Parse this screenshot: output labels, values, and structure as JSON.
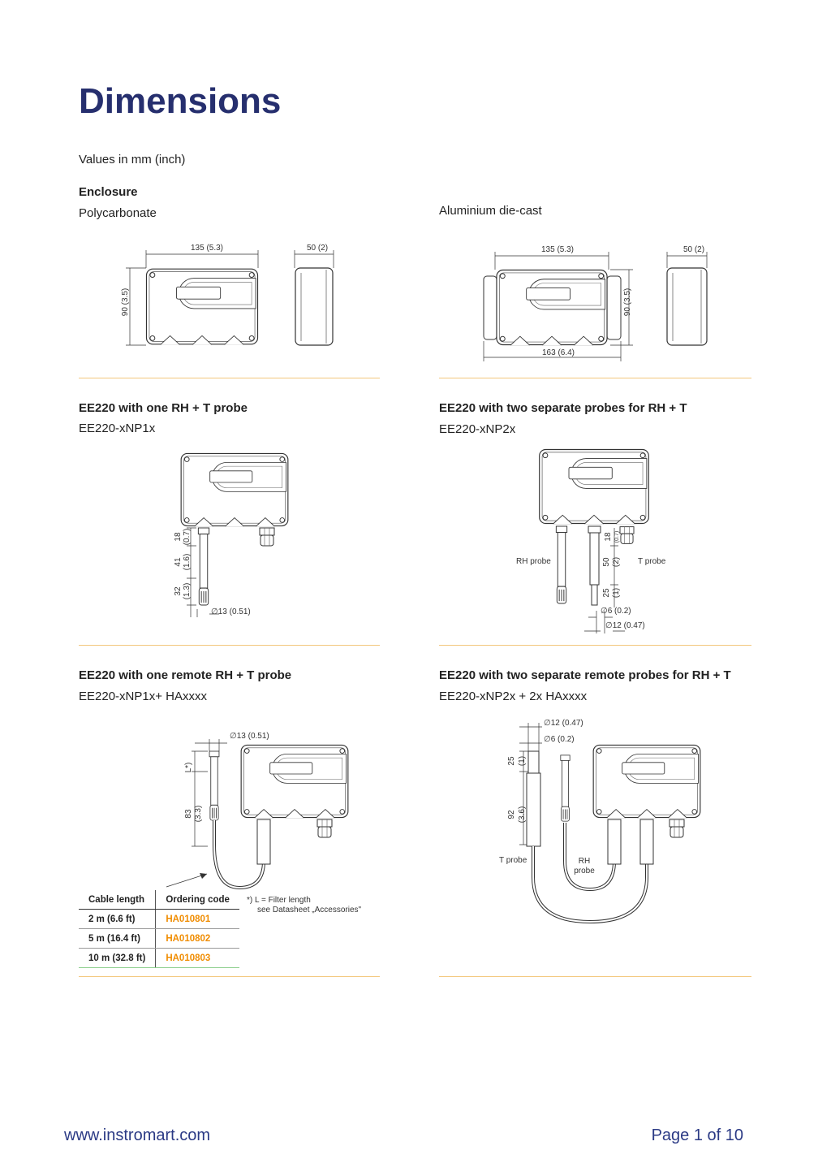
{
  "title": "Dimensions",
  "units_note": "Values in mm (inch)",
  "enclosure": {
    "heading": "Enclosure",
    "polycarbonate": {
      "label": "Polycarbonate",
      "dim_width": "135 (5.3)",
      "dim_height": "90 (3.5)",
      "dim_depth": "50 (2)"
    },
    "aluminium": {
      "label": "Aluminium die-cast",
      "dim_width": "135 (5.3)",
      "dim_total_width": "163 (6.4)",
      "dim_height": "90 (3.5)",
      "dim_depth": "50 (2)"
    }
  },
  "np1": {
    "heading": "EE220 with one RH + T probe",
    "model": "EE220-xNP1x",
    "d1": "18",
    "d1_in": "(0.7)",
    "d2": "41",
    "d2_in": "(1.6)",
    "d3": "32",
    "d3_in": "(1.3)",
    "diam": "∅13 (0.51)"
  },
  "np2": {
    "heading": "EE220 with two separate probes for RH + T",
    "model": "EE220-xNP2x",
    "rh_label": "RH probe",
    "t_label": "T probe",
    "d1": "18",
    "d1_in": "(0.7)",
    "d2": "50",
    "d2_in": "(2)",
    "d3": "25",
    "d3_in": "(1)",
    "diam_small": "∅6 (0.2)",
    "diam_large": "∅12 (0.47)"
  },
  "remote1": {
    "heading": "EE220 with one remote RH + T probe",
    "model": "EE220-xNP1x+ HAxxxx",
    "diam": "∅13 (0.51)",
    "filter_label": "L*)",
    "d_len": "83",
    "d_len_in": "(3.3)",
    "footnote_1": "*) L = Filter length",
    "footnote_2": "see Datasheet „Accessories\"",
    "table": {
      "headers": [
        "Cable length",
        "Ordering code"
      ],
      "rows": [
        {
          "length": "2 m (6.6 ft)",
          "code": "HA010801"
        },
        {
          "length": "5 m (16.4 ft)",
          "code": "HA010802"
        },
        {
          "length": "10 m (32.8 ft)",
          "code": "HA010803"
        }
      ]
    }
  },
  "remote2": {
    "heading": "EE220 with two separate remote probes for RH + T",
    "model": "EE220-xNP2x + 2x HAxxxx",
    "diam_large": "∅12 (0.47)",
    "diam_small": "∅6 (0.2)",
    "d1": "25",
    "d1_in": "(1)",
    "d2": "92",
    "d2_in": "(3.6)",
    "t_label": "T probe",
    "rh_label_1": "RH",
    "rh_label_2": "probe"
  },
  "footer": {
    "website": "www.instromart.com",
    "page": "Page 1 of 10"
  },
  "colors": {
    "title": "#262f6e",
    "separator": "#f3c77d",
    "code": "#f08c00",
    "footer": "#2b3a85"
  }
}
